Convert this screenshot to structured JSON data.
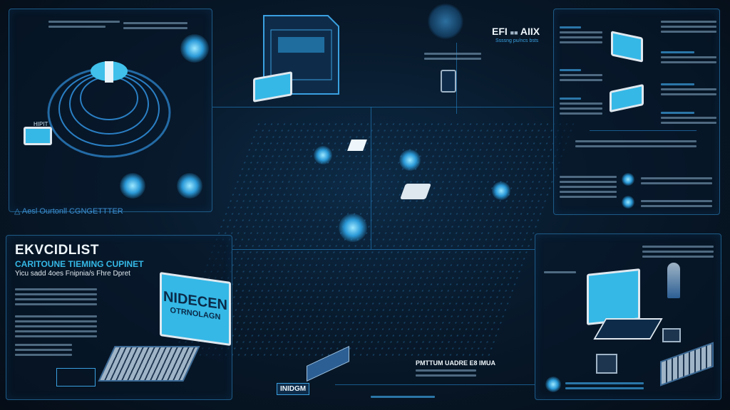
{
  "colors": {
    "background": "#06101c",
    "accent": "#35b8e6",
    "line": "#1f78b8",
    "panel_border": "#1d5a86"
  },
  "top_left": {
    "caption": "Aesl Ourtonll CGNGETTTER",
    "laptop_label": "HIPIT"
  },
  "top_center": {
    "logo_text": "EFI",
    "logo_suffix": "AIIX",
    "subtitle": "Ssssng pu/ncs bsts"
  },
  "bottom_left": {
    "title": "EKVCIDLIST",
    "subtitle": "CARITOUNE TIEMING CUPINET",
    "tagline": "Yicu sadd 4oes Fnipnia/s Fhre Dpret",
    "screen_text_1": "NIDECEN",
    "screen_text_2": "OTRNOLAGN"
  },
  "center": {
    "heading": "PMTTUM UADRE E8 IMUA",
    "badge": "INIDGM"
  },
  "icons": [
    "server-cube-icon",
    "laptop-icon",
    "globe-icon",
    "network-node-icon",
    "monitor-icon",
    "keyboard-icon",
    "tablet-icon",
    "shield-icon"
  ]
}
